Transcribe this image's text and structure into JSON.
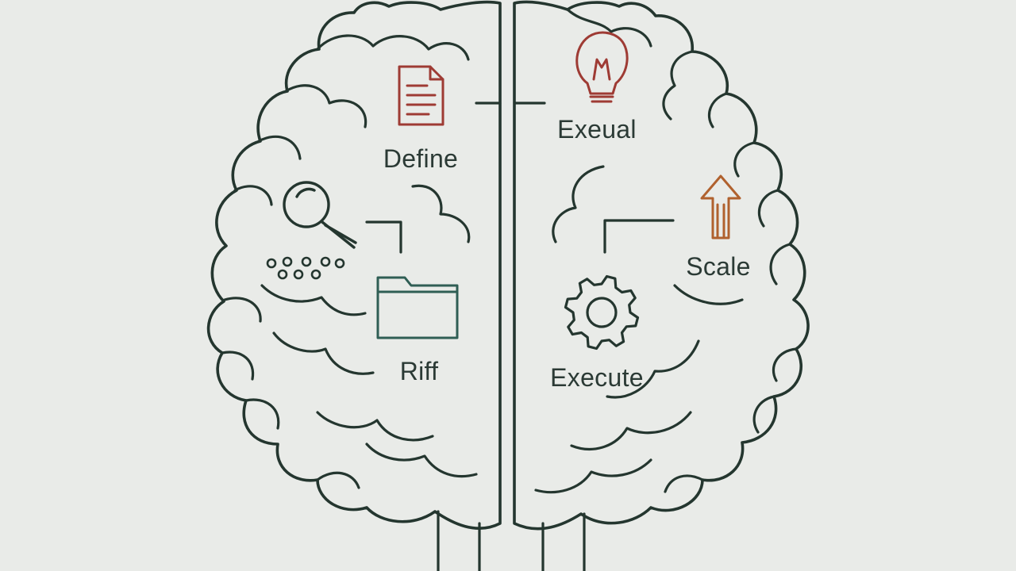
{
  "colors": {
    "background": "#e9ebe8",
    "line": "#24362f",
    "accent_red": "#9e3b34",
    "accent_orange": "#b0612e",
    "accent_teal": "#2f5e54"
  },
  "nodes": [
    {
      "id": "define",
      "label": "Define",
      "icon": "document-icon"
    },
    {
      "id": "exeual",
      "label": "Exeual",
      "icon": "lightbulb-icon"
    },
    {
      "id": "research",
      "label": "",
      "icon": "magnifier-icon"
    },
    {
      "id": "riff",
      "label": "Riff",
      "icon": "folder-icon"
    },
    {
      "id": "scale",
      "label": "Scale",
      "icon": "arrow-up-icon"
    },
    {
      "id": "execute",
      "label": "Execute",
      "icon": "gear-icon"
    }
  ]
}
